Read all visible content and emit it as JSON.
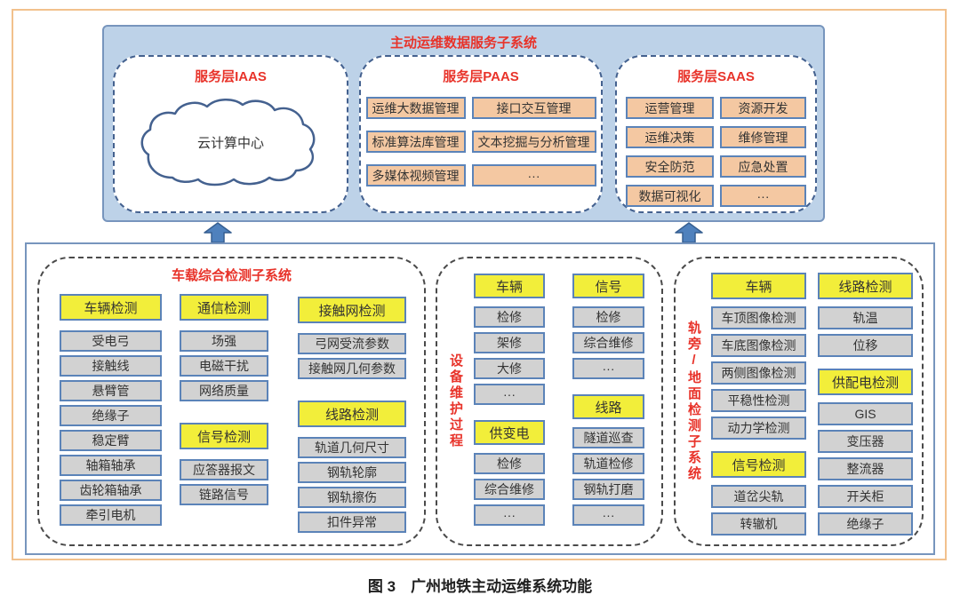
{
  "colors": {
    "frame_orange": "#f2c18d",
    "top_box_blue": "#bdd2e8",
    "box_border_blue": "#5b83b8",
    "title_red": "#e8332a",
    "header_yellow": "#f2ee3a",
    "item_gray": "#d2d2d2",
    "item_peach": "#f4c8a2",
    "arrow_blue": "#4f81bd"
  },
  "top": {
    "title": "主动运维数据服务子系统",
    "iaas": {
      "title": "服务层IAAS",
      "cloud": "云计算中心"
    },
    "paas": {
      "title": "服务层PAAS",
      "items": [
        "运维大数据管理",
        "接口交互管理",
        "标准算法库管理",
        "文本挖掘与分析管理",
        "多媒体视频管理",
        "···"
      ]
    },
    "saas": {
      "title": "服务层SAAS",
      "items": [
        "运营管理",
        "资源开发",
        "运维决策",
        "维修管理",
        "安全防范",
        "应急处置",
        "数据可视化",
        "···"
      ]
    }
  },
  "bottom": {
    "sections": [
      {
        "title": "车载综合检测子系统",
        "columns": [
          [
            {
              "k": "h",
              "label": "车辆检测"
            },
            {
              "k": "i",
              "label": "受电弓"
            },
            {
              "k": "i",
              "label": "接触线"
            },
            {
              "k": "i",
              "label": "悬臂管"
            },
            {
              "k": "i",
              "label": "绝缘子"
            },
            {
              "k": "i",
              "label": "稳定臂"
            },
            {
              "k": "i",
              "label": "轴箱轴承"
            },
            {
              "k": "i",
              "label": "齿轮箱轴承"
            },
            {
              "k": "i",
              "label": "牵引电机"
            }
          ],
          [
            {
              "k": "h",
              "label": "通信检测"
            },
            {
              "k": "i",
              "label": "场强"
            },
            {
              "k": "i",
              "label": "电磁干扰"
            },
            {
              "k": "i",
              "label": "网络质量"
            },
            {
              "k": "g"
            },
            {
              "k": "h",
              "label": "信号检测"
            },
            {
              "k": "i",
              "label": "应答器报文"
            },
            {
              "k": "i",
              "label": "链路信号"
            }
          ],
          [
            {
              "k": "h",
              "label": "接触网检测"
            },
            {
              "k": "i",
              "label": "弓网受流参数"
            },
            {
              "k": "i",
              "label": "接触网几何参数"
            },
            {
              "k": "g"
            },
            {
              "k": "h",
              "label": "线路检测"
            },
            {
              "k": "i",
              "label": "轨道几何尺寸"
            },
            {
              "k": "i",
              "label": "钢轨轮廓"
            },
            {
              "k": "i",
              "label": "钢轨擦伤"
            },
            {
              "k": "i",
              "label": "扣件异常"
            }
          ]
        ]
      },
      {
        "title": "设备维护过程",
        "columns": [
          [
            {
              "k": "h",
              "label": "车辆"
            },
            {
              "k": "i",
              "label": "检修"
            },
            {
              "k": "i",
              "label": "架修"
            },
            {
              "k": "i",
              "label": "大修"
            },
            {
              "k": "i",
              "label": "···"
            },
            {
              "k": "g"
            },
            {
              "k": "h",
              "label": "供变电"
            },
            {
              "k": "i",
              "label": "检修"
            },
            {
              "k": "i",
              "label": "综合维修"
            },
            {
              "k": "i",
              "label": "···"
            }
          ],
          [
            {
              "k": "h",
              "label": "信号"
            },
            {
              "k": "i",
              "label": "检修"
            },
            {
              "k": "i",
              "label": "综合维修"
            },
            {
              "k": "i",
              "label": "···"
            },
            {
              "k": "g"
            },
            {
              "k": "h",
              "label": "线路"
            },
            {
              "k": "i",
              "label": "隧道巡查"
            },
            {
              "k": "i",
              "label": "轨道检修"
            },
            {
              "k": "i",
              "label": "钢轨打磨"
            },
            {
              "k": "i",
              "label": "···"
            }
          ]
        ]
      },
      {
        "title": "轨旁/地面检测子系统",
        "columns": [
          [
            {
              "k": "h",
              "label": "车辆"
            },
            {
              "k": "i",
              "label": "车顶图像检测"
            },
            {
              "k": "i",
              "label": "车底图像检测"
            },
            {
              "k": "i",
              "label": "两侧图像检测"
            },
            {
              "k": "i",
              "label": "平稳性检测"
            },
            {
              "k": "i",
              "label": "动力学检测"
            },
            {
              "k": "g"
            },
            {
              "k": "h",
              "label": "信号检测"
            },
            {
              "k": "i",
              "label": "道岔尖轨"
            },
            {
              "k": "i",
              "label": "转辙机"
            }
          ],
          [
            {
              "k": "h",
              "label": "线路检测"
            },
            {
              "k": "i",
              "label": "轨温"
            },
            {
              "k": "i",
              "label": "位移"
            },
            {
              "k": "g"
            },
            {
              "k": "h",
              "label": "供配电检测"
            },
            {
              "k": "i",
              "label": "GIS"
            },
            {
              "k": "i",
              "label": "变压器"
            },
            {
              "k": "i",
              "label": "整流器"
            },
            {
              "k": "i",
              "label": "开关柜"
            },
            {
              "k": "i",
              "label": "绝缘子"
            }
          ]
        ]
      }
    ]
  },
  "caption": "图 3　广州地铁主动运维系统功能"
}
